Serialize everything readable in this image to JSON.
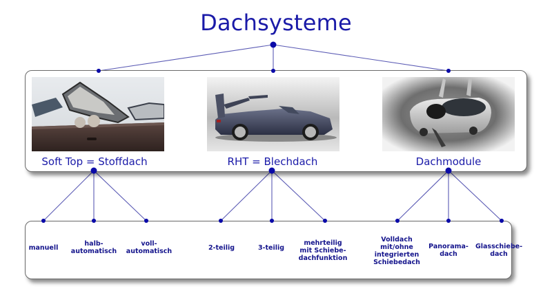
{
  "title": "Dachsysteme",
  "categories": [
    {
      "label": "Soft Top = Stoffdach",
      "image": "convertible-soft-top-photo",
      "leaves": [
        "manuell",
        "halb-\nautomatisch",
        "voll-\nautomatisch"
      ]
    },
    {
      "label": "RHT = Blechdach",
      "image": "convertible-retractable-hardtop-photo",
      "leaves": [
        "2-teilig",
        "3-teilig",
        "mehrteilig\nmit Schiebe-\ndachfunktion"
      ]
    },
    {
      "label": "Dachmodule",
      "image": "car-roof-module-photo",
      "leaves": [
        "Volldach\nmit/ohne\nintegrierten\nSchiebedach",
        "Panorama-\ndach",
        "Glasschiebe-\ndach"
      ]
    }
  ],
  "colors": {
    "text": "#1a1aa8",
    "node": "#0a0aa8",
    "connector": "#5a5ab4"
  }
}
